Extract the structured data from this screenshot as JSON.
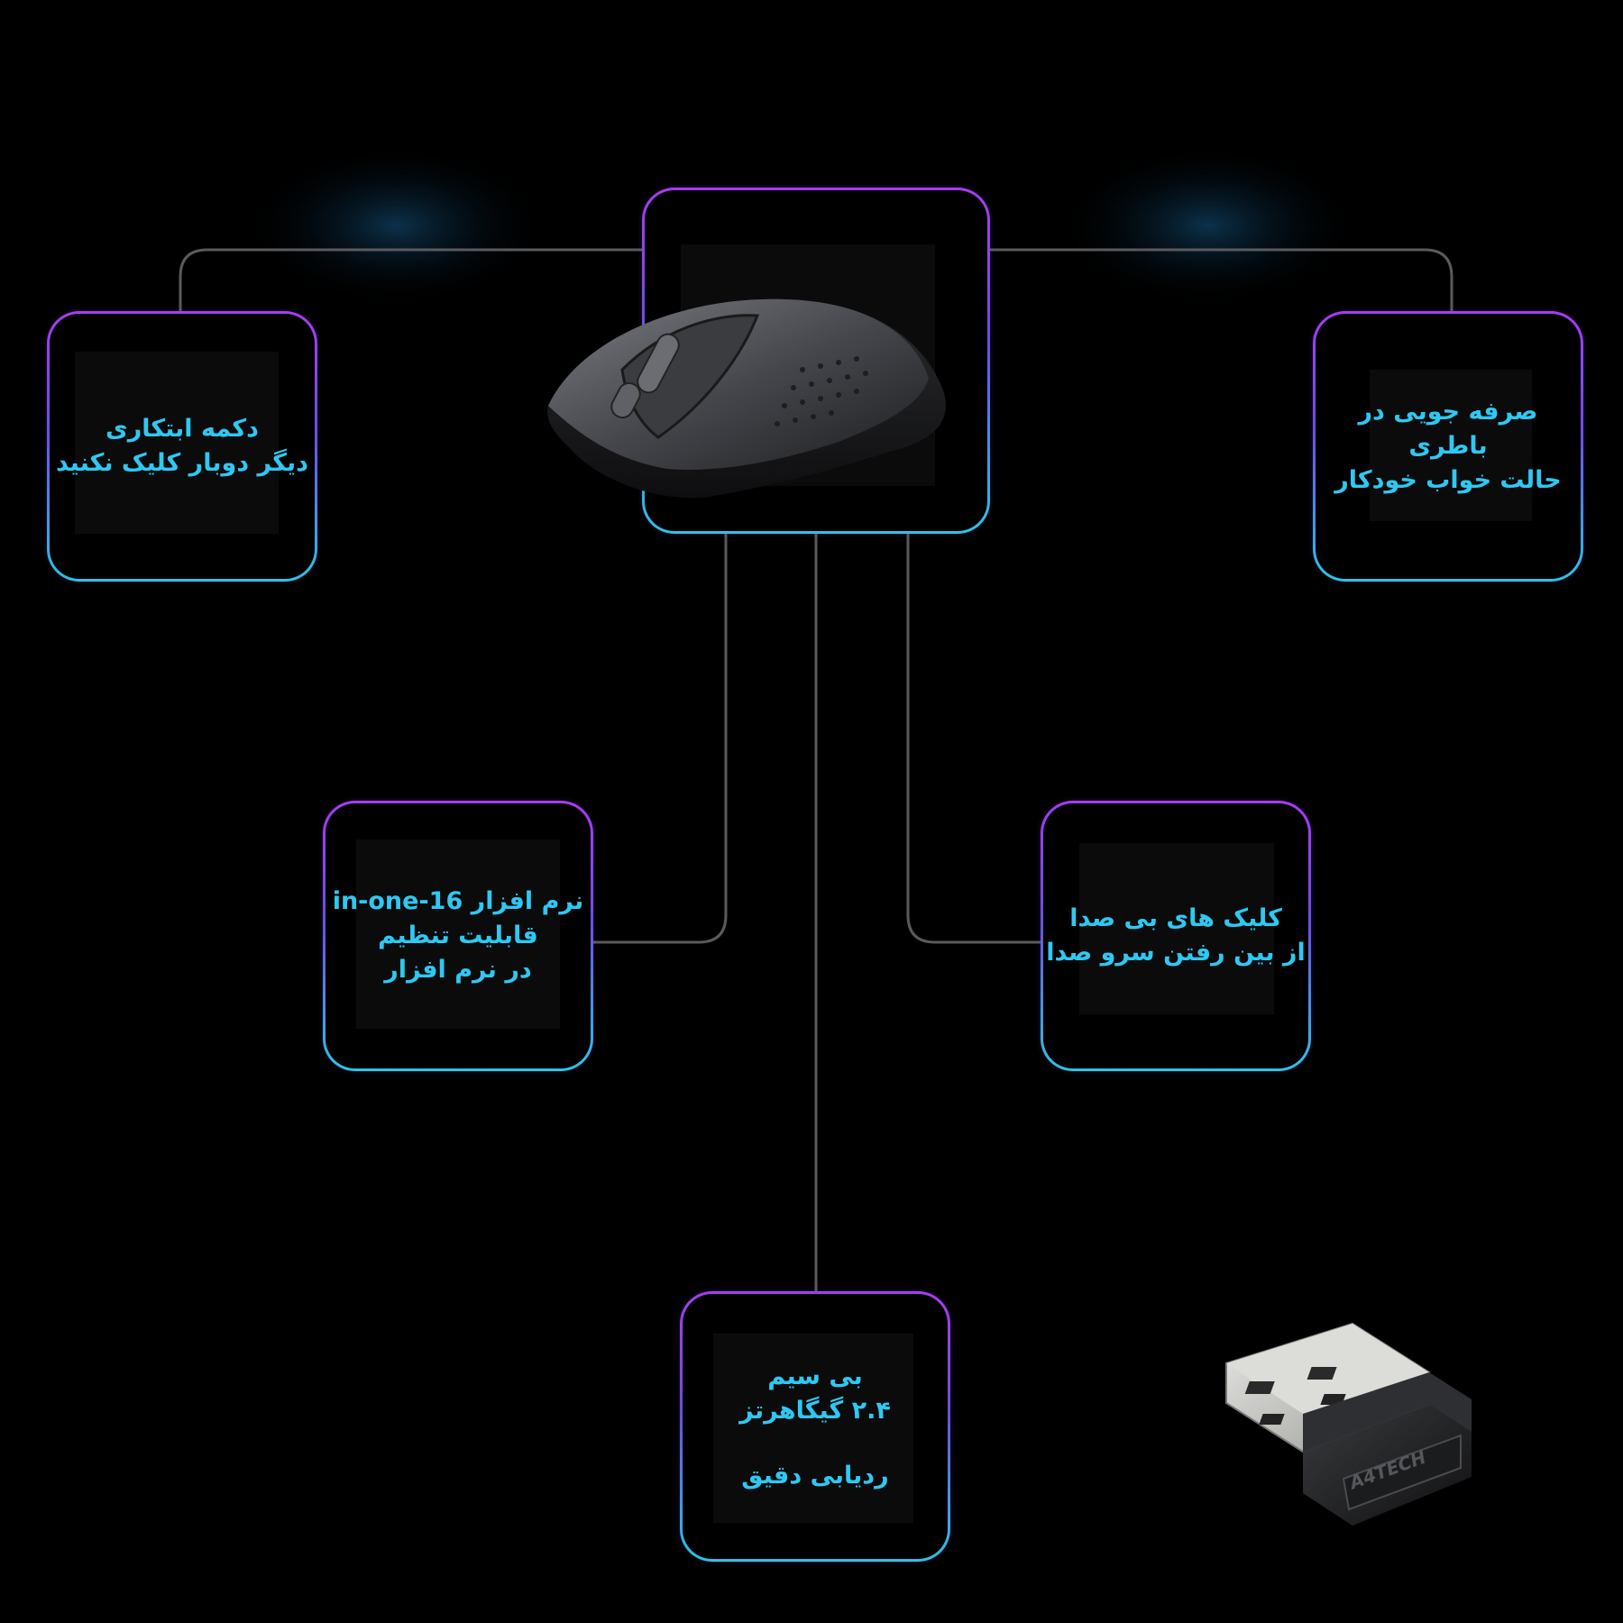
{
  "colors": {
    "background": "#000000",
    "accent_cyan": "#2fc8f2",
    "accent_purple": "#a83cf0",
    "wire": "#5a5a5e"
  },
  "center": {
    "icon": "wireless-mouse-icon"
  },
  "features": {
    "top_left": {
      "lines": [
        "دکمه ابتکاری",
        "دیگر دوبار کلیک نکنید"
      ]
    },
    "top_right": {
      "lines": [
        "صرفه جویی در باطری",
        "حالت خواب خودکار"
      ]
    },
    "mid_left": {
      "lines": [
        "نرم افزار 16-in-one",
        "قابلیت تنظیم",
        "در نرم افزار"
      ]
    },
    "mid_right": {
      "lines": [
        "کلیک های بی صدا",
        "از بین رفتن سرو صدا"
      ]
    },
    "bottom": {
      "lines": [
        "بی سیم",
        "۲.۴ گیگاهرتز",
        "ردیابی دقیق"
      ]
    }
  },
  "receiver": {
    "icon": "usb-receiver-icon",
    "brand": "A4TECH"
  }
}
